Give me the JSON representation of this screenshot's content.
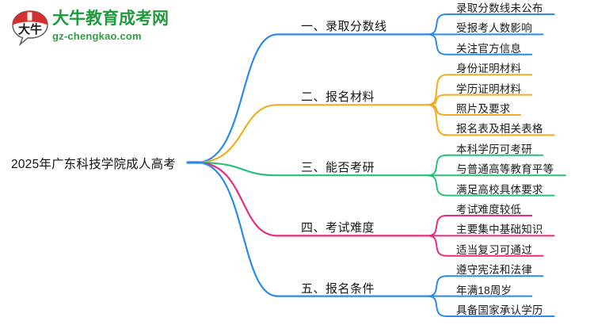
{
  "logo": {
    "mark_char": "大牛",
    "title": "大牛教育成考网",
    "subtitle": "gz-chengkao.com",
    "brand_green": "#1f9a3d",
    "brand_red": "#d42f2f"
  },
  "mindmap": {
    "root": "2025年广东科技学院成人高考",
    "branches": [
      {
        "index": "1",
        "label": "一、录取分数线",
        "color": "#2b8ae8",
        "leaves": [
          "录取分数线未公布",
          "受报考人数影响",
          "关注官方信息"
        ]
      },
      {
        "index": "2",
        "label": "二、报名材料",
        "color": "#f0ad1f",
        "leaves": [
          "身份证明材料",
          "学历证明材料",
          "照片及要求",
          "报名表及相关表格"
        ]
      },
      {
        "index": "3",
        "label": "三、能否考研",
        "color": "#25c274",
        "leaves": [
          "本科学历可考研",
          "与普通高等教育平等",
          "满足高校具体要求"
        ]
      },
      {
        "index": "4",
        "label": "四、考试难度",
        "color": "#ec2a7b",
        "leaves": [
          "考试难度较低",
          "主要集中基础知识",
          "适当复习可通过"
        ]
      },
      {
        "index": "5",
        "label": "五、报名条件",
        "color": "#2b8ae8",
        "leaves": [
          "遵守宪法和法律",
          "年满18周岁",
          "具备国家承认学历"
        ]
      }
    ]
  }
}
